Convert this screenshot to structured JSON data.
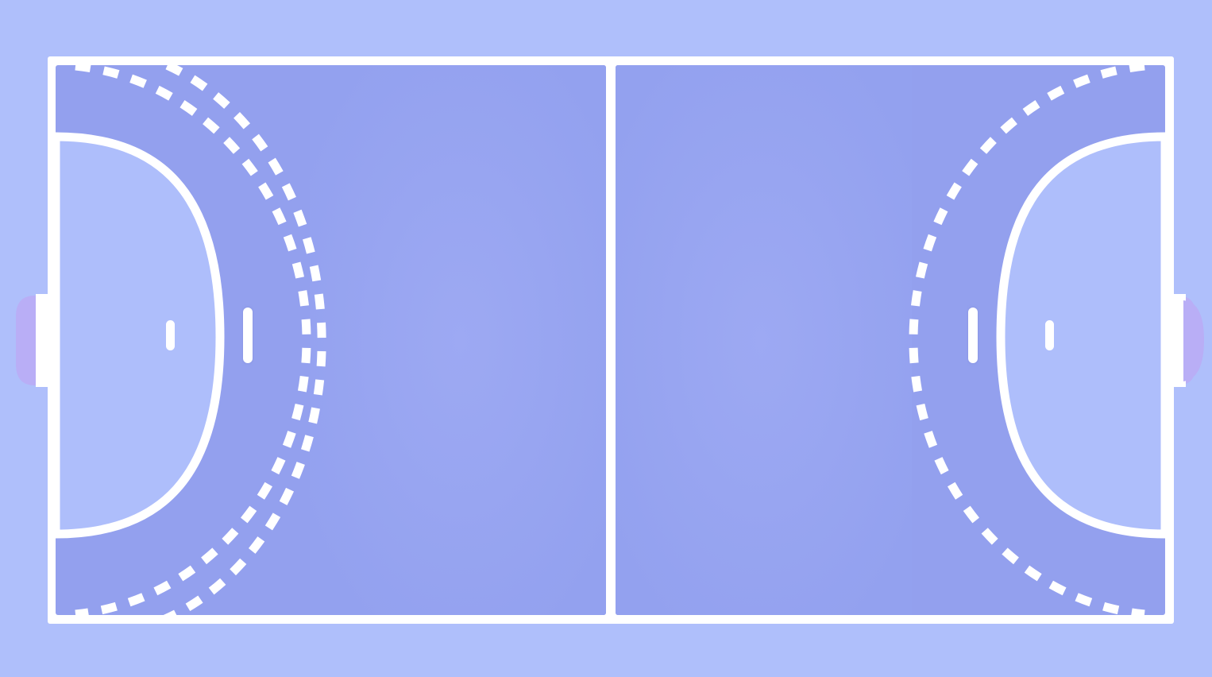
{
  "court": {
    "sport": "handball",
    "colors": {
      "surround": "#AFBFFB",
      "playing_area": "#98A6F1",
      "free_throw_zone": "#93A0EE",
      "goal_area": "#AEBEFB",
      "goal_net": "#B9AEF6",
      "lines": "#FFFFFF"
    },
    "elements": [
      "court-boundary",
      "center-line",
      "left-goal-area",
      "right-goal-area",
      "left-free-throw-line",
      "right-free-throw-line",
      "left-7m-mark",
      "right-7m-mark",
      "left-goalkeeper-line",
      "right-goalkeeper-line",
      "left-goal",
      "right-goal"
    ]
  }
}
